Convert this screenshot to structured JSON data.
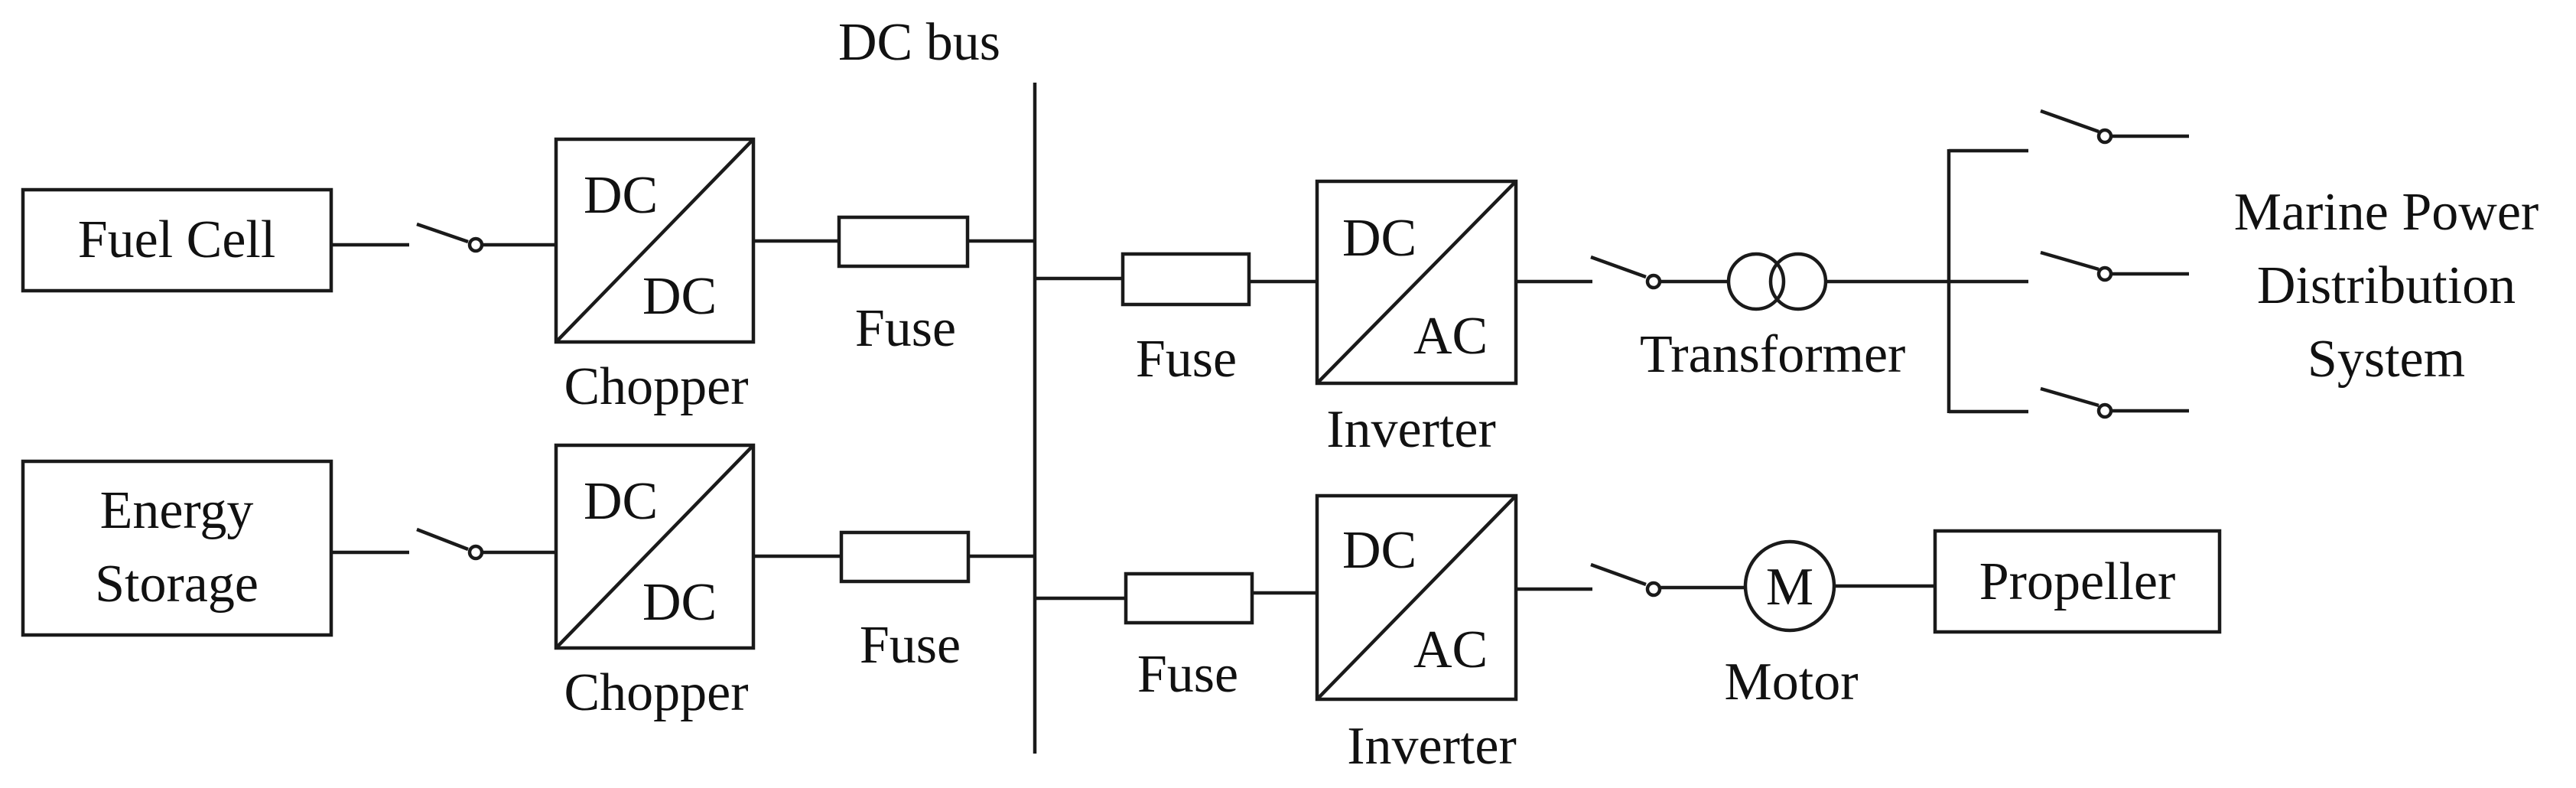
{
  "diagram": {
    "bus_label": "DC bus",
    "sources": {
      "fuel_cell": "Fuel Cell",
      "energy_storage_line1": "Energy",
      "energy_storage_line2": "Storage"
    },
    "converters": {
      "dcdc_in": "DC",
      "dcdc_out": "DC",
      "chopper": "Chopper",
      "dcac_in": "DC",
      "dcac_out": "AC",
      "inverter": "Inverter"
    },
    "fuse": "Fuse",
    "transformer": "Transformer",
    "distribution_line1": "Marine Power",
    "distribution_line2": "Distribution",
    "distribution_line3": "System",
    "motor_symbol": "M",
    "motor": "Motor",
    "propeller": "Propeller"
  }
}
